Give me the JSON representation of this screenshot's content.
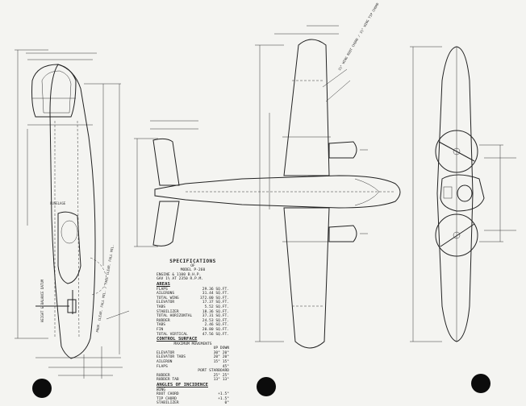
{
  "specifications": {
    "title": "SPECIFICATIONS",
    "of": "OF",
    "model": "MODEL P-260",
    "engine_line1": "ENGINE & 1100 B.H.P.",
    "engine_line2": "GAV 1½ AT 2350 R.P.M.",
    "areas_heading": "AREAS",
    "areas": [
      {
        "label": "FLAPS",
        "value": "29.36 SQ.FT."
      },
      {
        "label": "AILERONS",
        "value": "31.44 SQ.FT."
      },
      {
        "label": "TOTAL WING",
        "value": "372.00 SQ.FT."
      },
      {
        "label": "ELEVATOR",
        "value": "17.37 SQ.FT."
      },
      {
        "label": "TABS",
        "value": "5.52 SQ.FT."
      },
      {
        "label": "STABILIZER",
        "value": "18.36 SQ.FT."
      },
      {
        "label": "TOTAL HORIZONTAL",
        "value": "37.31 SQ.FT."
      },
      {
        "label": "RUDDER",
        "value": "24.53 SQ.FT."
      },
      {
        "label": "TABS",
        "value": "2.46 SQ.FT."
      },
      {
        "label": "FIN",
        "value": "20.80 SQ.FT."
      },
      {
        "label": "TOTAL VERTICAL",
        "value": "47.56 SQ.FT."
      }
    ],
    "control_heading": "CONTROL SURFACE",
    "control_sub": "MAXIMUM MOVEMENTS",
    "control_cols": [
      "UP",
      "DOWN"
    ],
    "controls": [
      {
        "label": "ELEVATOR",
        "a": "30°",
        "b": "20°"
      },
      {
        "label": "ELEVATOR TABS",
        "a": "20°",
        "b": "20°"
      },
      {
        "label": "AILERON",
        "a": "15°",
        "b": "15°"
      },
      {
        "label": "FLAPS",
        "a": "",
        "b": "45°"
      }
    ],
    "rudder_cols": [
      "PORT",
      "STARBOARD"
    ],
    "rudder": [
      {
        "label": "RUDDER",
        "a": "25°",
        "b": "25°"
      },
      {
        "label": "RUDDER TAB",
        "a": "13°",
        "b": "13°"
      }
    ],
    "incidence_heading": "ANGLES OF INCIDENCE",
    "incidence_wing": "WING",
    "incidence": [
      {
        "label": "ROOT CHORD",
        "value": "+1.5°"
      },
      {
        "label": "TIP CHORD",
        "value": "+1.5°"
      },
      {
        "label": "STABILIZER",
        "value": "0°"
      }
    ]
  },
  "notes": {
    "wing_note": "1½° WING ROOT CHORD / 1½° WING TIP CHORD",
    "fuselage_ref": "FUSELAGE",
    "side_datum": "HEIGHT & BALANCE DATUM",
    "prop_note": "PROP. CLEAR. FULL MIL. / TAIL CLEAR. FULL MIL."
  }
}
